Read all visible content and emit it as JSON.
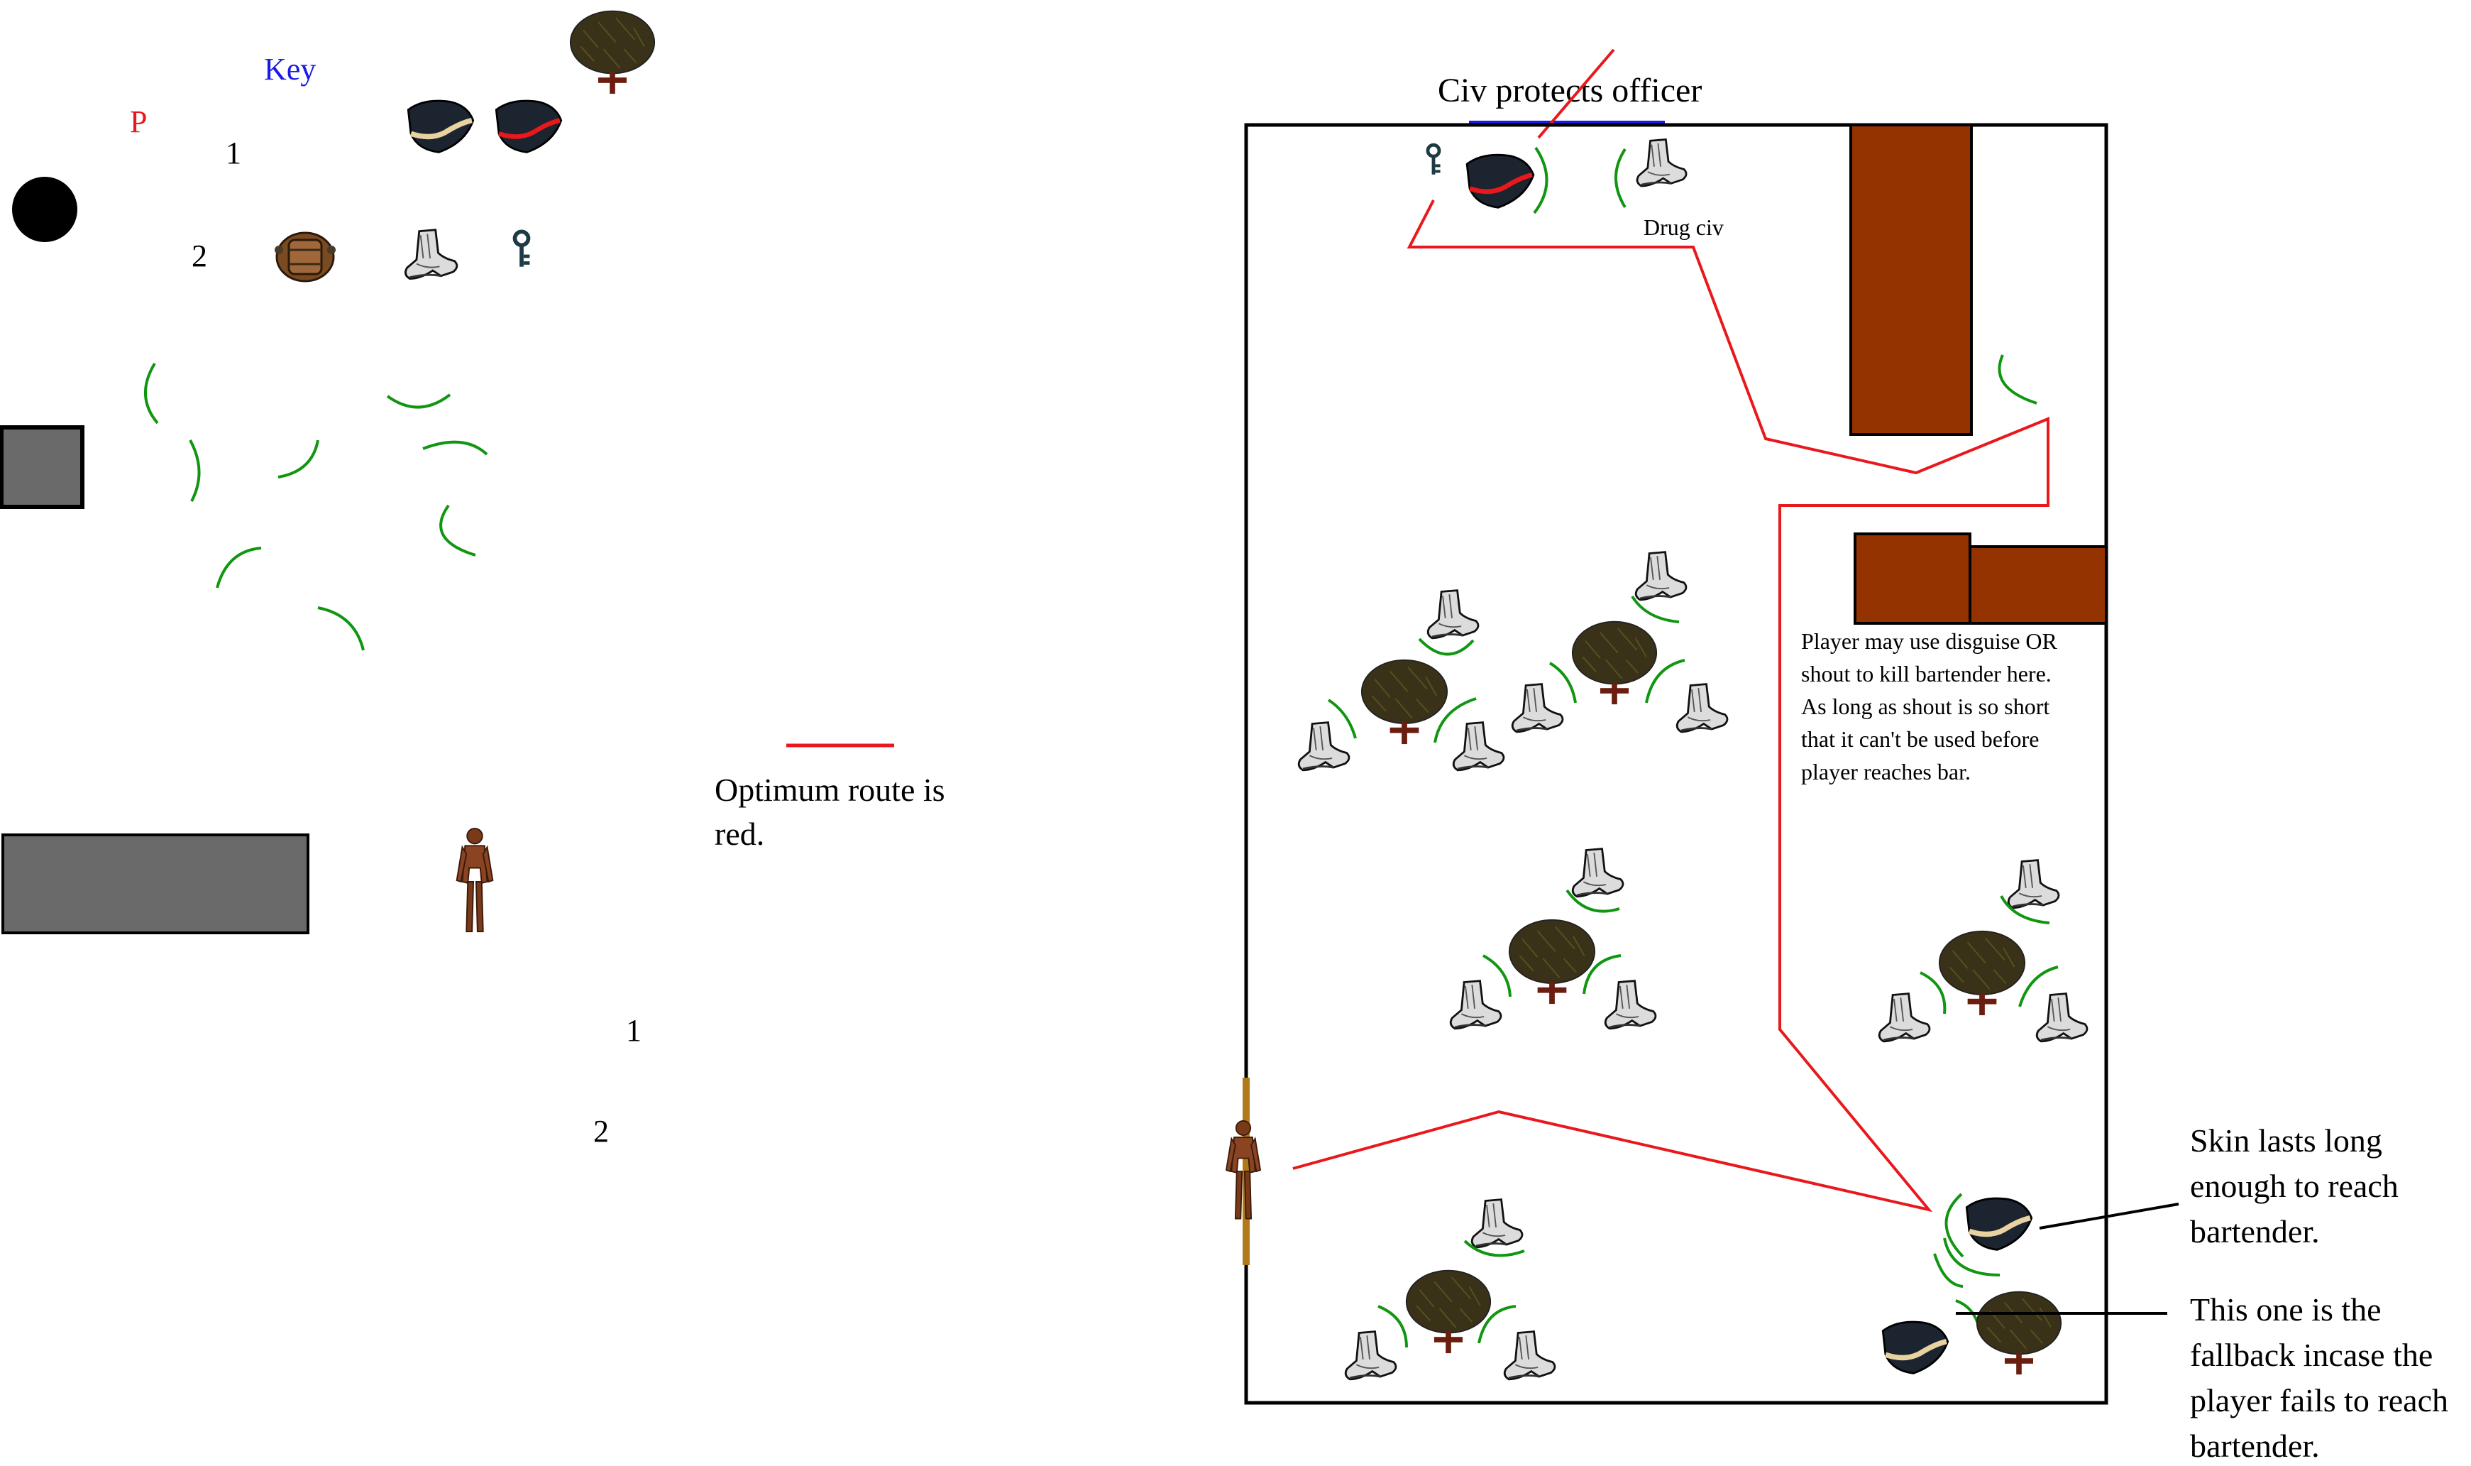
{
  "key": {
    "title": "Key",
    "p_label": "P",
    "row1": "1",
    "row2": "2",
    "route_text_line1": "Optimum route is",
    "route_text_line2": "red.",
    "bottom1": "1",
    "bottom2": "2"
  },
  "map": {
    "top_title": "Civ protects officer",
    "drug_civ": "Drug civ",
    "bar_note": [
      "Player may use disguise OR",
      "shout to kill bartender here.",
      "As long as shout is so short",
      "that it can't be used before",
      "player reaches bar."
    ],
    "skin_note": [
      "Skin lasts long",
      "enough to reach",
      "bartender."
    ],
    "fallback_note": [
      "This one is the",
      "fallback incase the",
      "player fails to reach",
      "bartender."
    ]
  },
  "colors": {
    "route": "#e8181c",
    "cone": "#119611",
    "bar": "#943200",
    "wall": "#6a6a6a",
    "key_title": "#1a1ae6",
    "p_label": "#e8181c",
    "blue_line": "#1a1ae6"
  },
  "icons": [
    "table-icon",
    "civilian-icon",
    "officer-hat-icon",
    "bartender-hat-icon",
    "key-icon",
    "barrel-icon",
    "player-icon",
    "dot-icon",
    "wall-icon"
  ]
}
